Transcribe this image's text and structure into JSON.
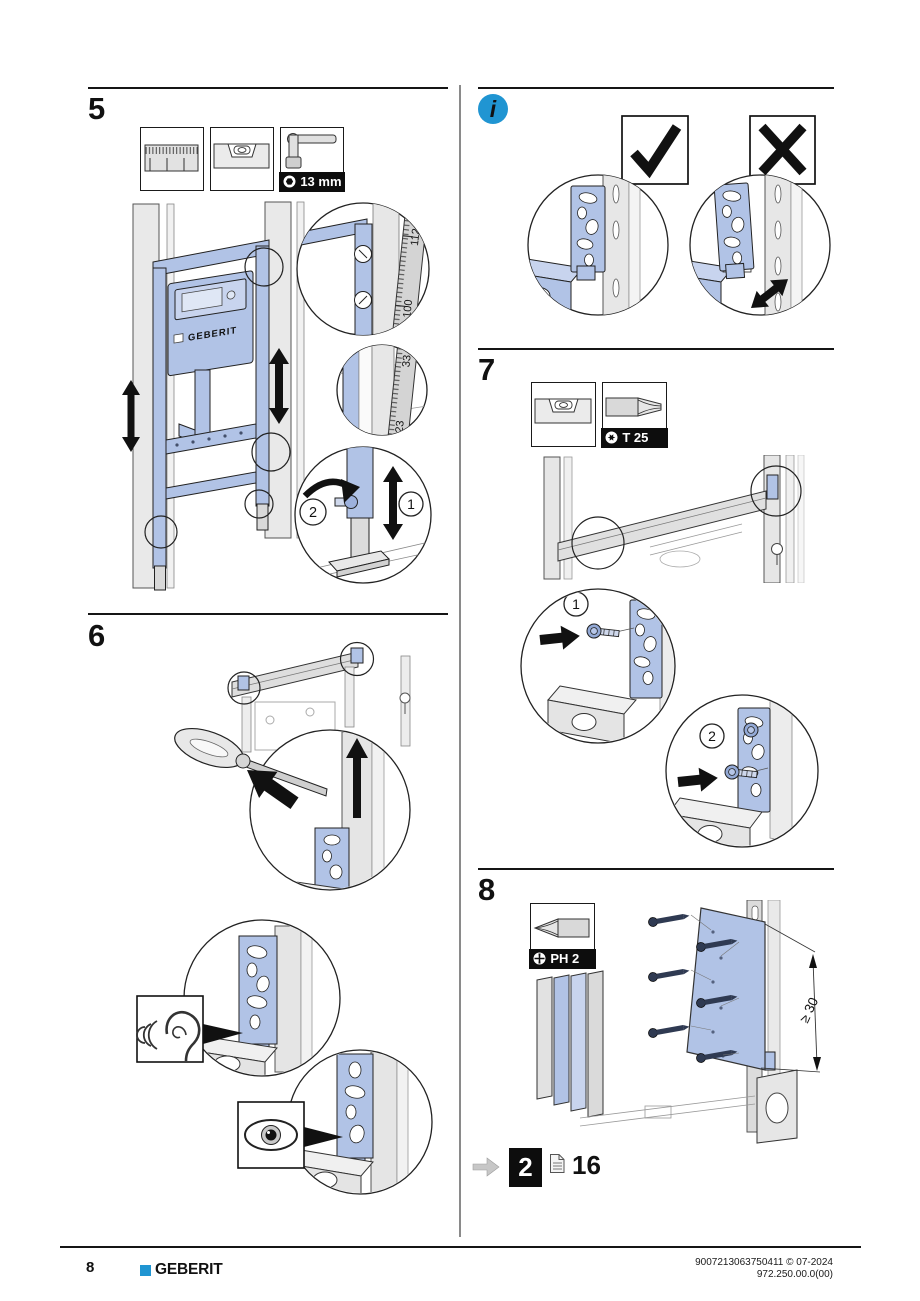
{
  "colors": {
    "part_blue": "#b1c3e6",
    "part_blue_light": "#c8d4ee",
    "brand_blue": "#2095d2",
    "info_blue": "#2095d2",
    "label_black": "#0d0d0d",
    "metal_gray": "#e0e0e0"
  },
  "icons": {
    "info_glyph": "i",
    "ruler-icon": "measuring scale",
    "spirit-level-icon": "spirit level",
    "socket-wrench-icon": "socket wrench",
    "hex-socket-icon": "13 mm hex socket",
    "torx-bit-icon": "Torx bit",
    "torx-star-icon": "Torx star",
    "phillips-bit-icon": "Phillips bit",
    "phillips-cross-icon": "Phillips cross",
    "check-icon": "correct installation",
    "cross-icon": "incorrect installation",
    "ear-icon": "listen for click",
    "eye-icon": "visual check",
    "screwdriver-icon": "screwdriver",
    "page-icon": "see page",
    "next-step-arrow-icon": "next step"
  },
  "step5": {
    "number": "5",
    "tools": {
      "wrench_size": "13 mm"
    },
    "scale_upper": {
      "top_value": "112",
      "bottom_value": "100"
    },
    "scale_lower": {
      "top_value": "33",
      "bottom_value": "23"
    },
    "cistern_brand": "GEBERIT",
    "badge_1": "1",
    "badge_2": "2"
  },
  "step6": {
    "number": "6"
  },
  "step7": {
    "number": "7",
    "tools": {
      "torx_size": "T 25"
    },
    "badge_1": "1",
    "badge_2": "2"
  },
  "step8": {
    "number": "8",
    "tools": {
      "phillips_size": "PH 2"
    },
    "min_distance": "≥ 30"
  },
  "next_step": {
    "step_number": "2",
    "page_reference": "16"
  },
  "footer": {
    "page_number": "8",
    "brand": "GEBERIT",
    "doc_id": "9007213063750411 © 07-2024",
    "article_code": "972.250.00.0(00)"
  }
}
